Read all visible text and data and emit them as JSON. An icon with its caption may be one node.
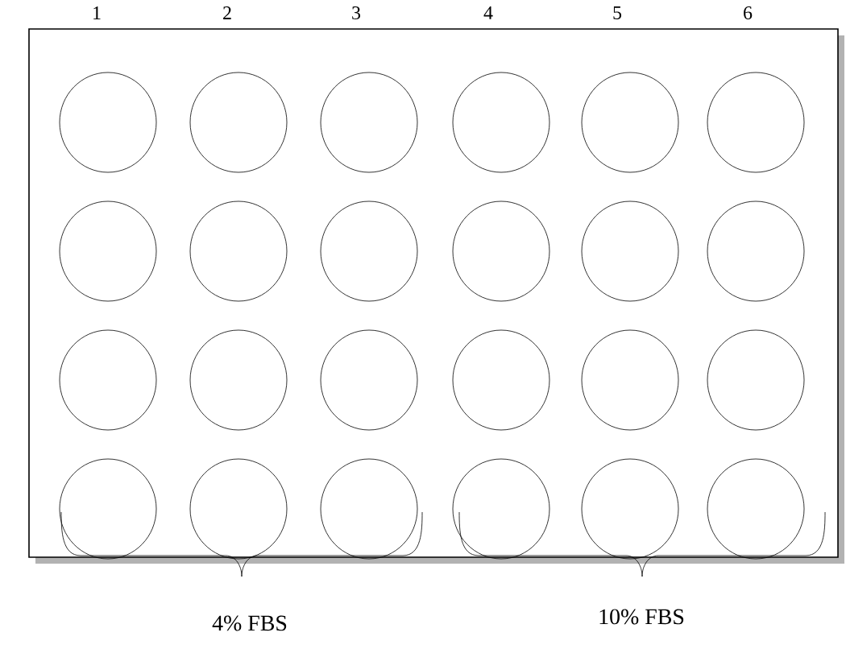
{
  "diagram": {
    "nodes": [
      {
        "text": [],
        "shape": "box"
      },
      {
        "text": [],
        "shape": "circle",
        "in": 0
      },
      {
        "text": [],
        "shape": "circle",
        "in": 0
      },
      {
        "text": [],
        "shape": "circle",
        "in": 0
      },
      {
        "text": [],
        "shape": "circle",
        "in": 0
      },
      {
        "text": [],
        "shape": "circle",
        "in": 0
      },
      {
        "text": [],
        "shape": "circle",
        "in": 0
      },
      {
        "text": [],
        "shape": "circle",
        "in": 0
      },
      {
        "text": [],
        "shape": "circle",
        "in": 0
      },
      {
        "text": [],
        "shape": "circle",
        "in": 0
      },
      {
        "text": [],
        "shape": "circle",
        "in": 0
      },
      {
        "text": [],
        "shape": "circle",
        "in": 0
      },
      {
        "text": [],
        "shape": "circle",
        "in": 0
      },
      {
        "text": [],
        "shape": "circle",
        "in": 0
      },
      {
        "text": [],
        "shape": "circle",
        "in": 0
      },
      {
        "text": [],
        "shape": "circle",
        "in": 0
      },
      {
        "text": [],
        "shape": "circle",
        "in": 0
      },
      {
        "text": [],
        "shape": "circle",
        "in": 0
      },
      {
        "text": [],
        "shape": "circle",
        "in": 0
      },
      {
        "text": [],
        "shape": "circle",
        "in": 0
      },
      {
        "text": [],
        "shape": "circle",
        "in": 0
      },
      {
        "text": [],
        "shape": "circle",
        "in": 0
      },
      {
        "text": [],
        "shape": "circle",
        "in": 0
      },
      {
        "text": [],
        "shape": "circle",
        "in": 0
      },
      {
        "text": [],
        "shape": "circle",
        "in": 0
      }
    ],
    "labels": [
      "1",
      "2",
      "3",
      "4",
      "5",
      "6",
      "4% FBS",
      "10% FBS"
    ]
  }
}
